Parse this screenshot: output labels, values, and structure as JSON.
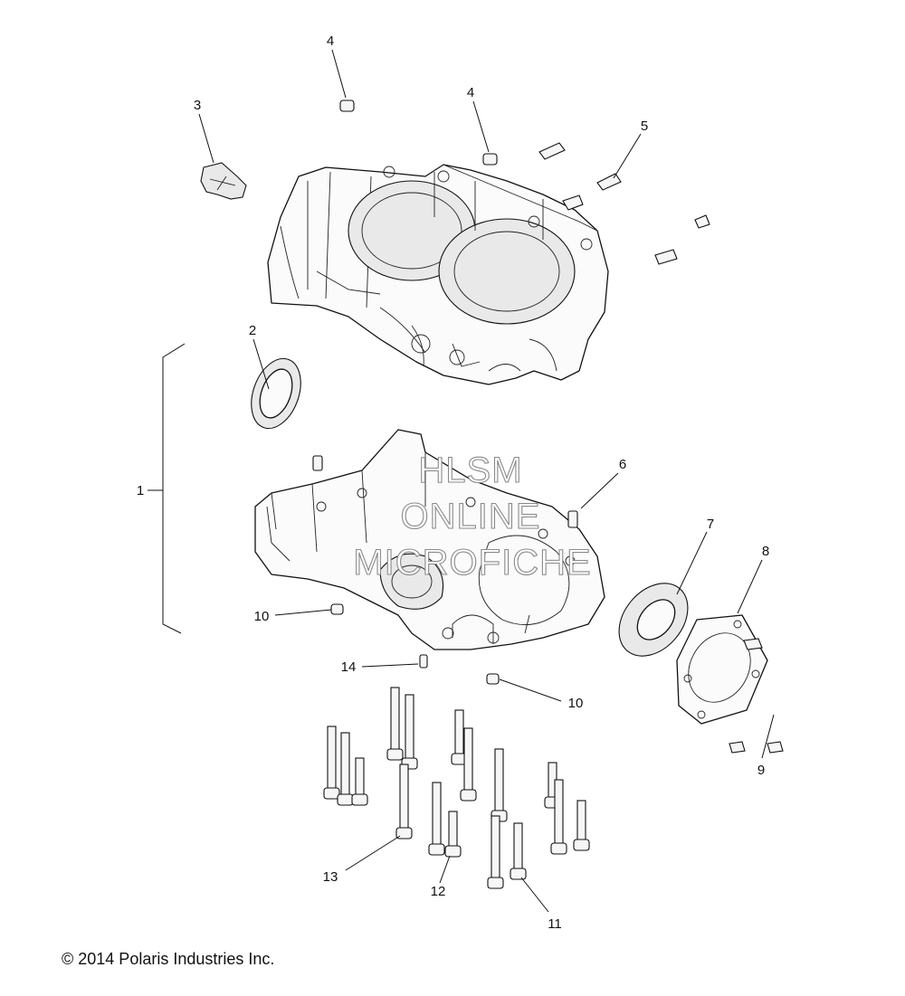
{
  "callouts": {
    "c1": "1",
    "c2": "2",
    "c3": "3",
    "c4a": "4",
    "c4b": "4",
    "c5": "5",
    "c6": "6",
    "c7": "7",
    "c8": "8",
    "c9": "9",
    "c10a": "10",
    "c10b": "10",
    "c11": "11",
    "c12": "12",
    "c13": "13",
    "c14": "14"
  },
  "watermark": {
    "line1": "HLSM",
    "line2": "ONLINE",
    "line3": "MICROFICHE"
  },
  "copyright": "© 2014 Polaris Industries Inc."
}
